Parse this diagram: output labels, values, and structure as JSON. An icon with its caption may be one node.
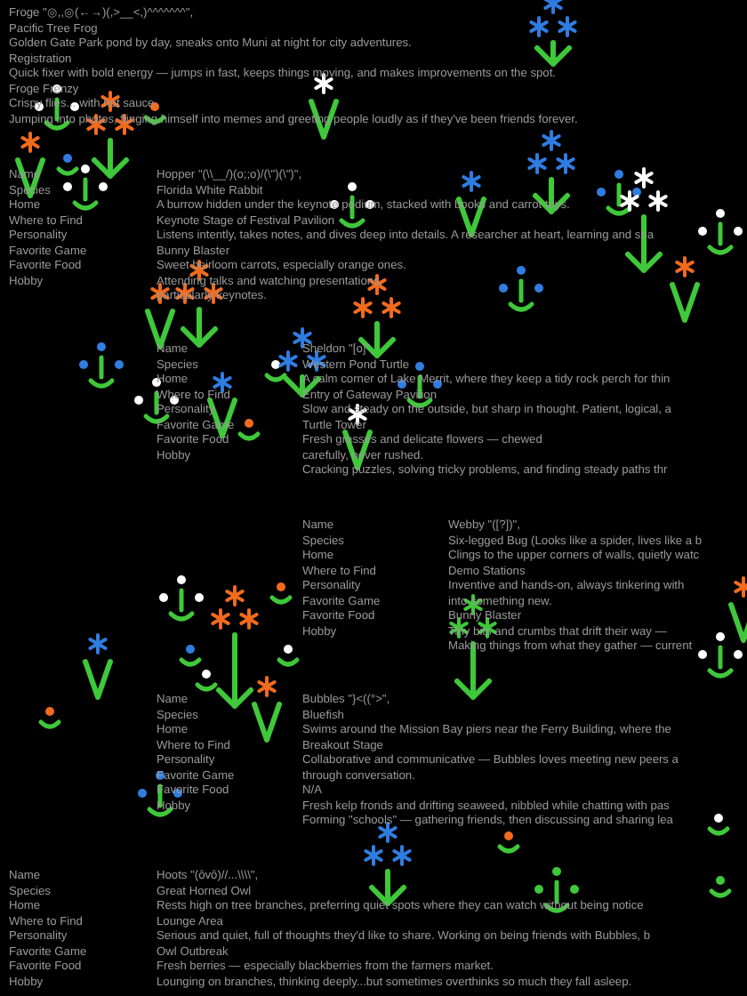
{
  "diagram": {
    "labels": [
      "Froge \"◎,,◎(←→)(,>__<,)^^^^^^^\",",
      "Pacific Tree Frog",
      "Golden Gate Park pond by day, sneaks onto Muni at night for city adventures.",
      "Registration",
      "Quick fixer with bold energy — jumps in fast, keeps things moving, and makes improvements on the spot.",
      "Froge Frenzy",
      "Crispy flies... with hot sauce",
      "Jumping into photos, flinging himself into memes and greeting people loudly as if they've been friends forever.",
      "Name",
      "Species",
      "Home",
      "Where to Find",
      "Personality",
      "Favorite Game",
      "Favorite Food",
      "Hobby",
      "Hopper \"(\\\\__/)(o;;o)/(\\\")(\\\")\",",
      "Florida White Rabbit",
      "A burrow hidden under the keynote podium, stacked with books and carrot toys.",
      "Keynote Stage of Festival Pavilion",
      "Listens intently, takes notes, and dives deep into details. A researcher at heart, learning and sha",
      "Bunny Blaster",
      "Sweet heirloom carrots, especially orange ones.",
      "Attending talks and watching presentations,",
      "particularly keynotes.",
      "Name",
      "Species",
      "Home",
      "Where to Find",
      "Personality",
      "Favorite Game",
      "Favorite Food",
      "Hobby",
      "Sheldon \"[o]\",",
      "Western Pond Turtle",
      "A calm corner of Lake Merrit, where they keep a tidy rock perch for thin",
      "Entry of Gateway Pavilion",
      "Slow and steady on the outside, but sharp in thought. Patient, logical, a",
      "Turtle Tower",
      "Fresh grasses and delicate flowers — chewed",
      "carefully, never rushed.",
      "Cracking puzzles, solving tricky problems, and finding steady paths thr",
      "Name",
      "Species",
      "Home",
      "Where to Find",
      "Personality",
      "Favorite Game",
      "Favorite Food",
      "Hobby",
      "Webby \"([?])\",",
      "Six-legged Bug (Looks like a spider, lives like a b",
      "Clings to the upper corners of walls, quietly watc",
      "Demo Stations",
      "Inventive and hands-on, always tinkering with",
      "into something new.",
      "Bunny Blaster",
      "Tiny bits and crumbs that drift their way —",
      "Making things from what they gather — current",
      "Name",
      "Species",
      "Home",
      "Where to Find",
      "Personality",
      "Favorite Game",
      "Favorite Food",
      "Hobby",
      "Bubbles \"}<((°>\",",
      "Bluefish",
      "Swims around the Mission Bay piers near the Ferry Building, where the",
      "Breakout Stage",
      "Collaborative and communicative — Bubbles loves meeting new peers a",
      "through conversation.",
      "N/A",
      "Fresh kelp fronds and drifting seaweed, nibbled while chatting with pas",
      "Forming \"schools\" — gathering friends, then discussing and sharing lea",
      "Name",
      "Species",
      "Home",
      "Where to Find",
      "Personality",
      "Favorite Game",
      "Favorite Food",
      "Hobby",
      "Hoots \"(ôvô)//...\\\\\\\\\",",
      "Great Horned Owl",
      "Rests high on tree branches, preferring quiet spots where they can watch without being notice",
      "Lounge Area",
      "Serious and quiet, full of thoughts they'd like to share. Working on being friends with Bubbles, b",
      "Owl Outbreak",
      "Fresh berries — especially blackberries from the farmers market.",
      "Lounging on branches, thinking deeply...but sometimes overthinks so much they fall asleep."
    ]
  }
}
